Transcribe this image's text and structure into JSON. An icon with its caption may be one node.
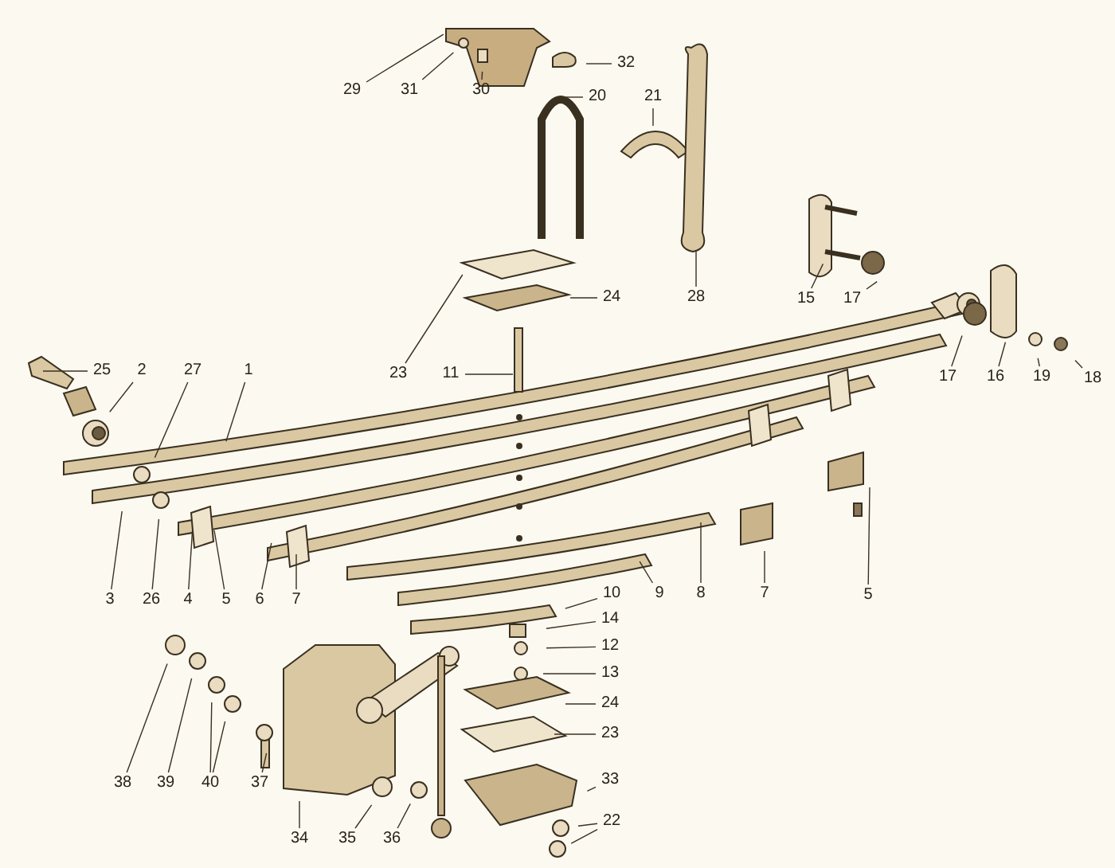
{
  "diagram": {
    "nodes": [
      {
        "text": [
          "29"
        ]
      },
      {
        "text": [
          "31"
        ]
      },
      {
        "text": [
          "30"
        ]
      },
      {
        "text": [
          "32"
        ]
      },
      {
        "text": [
          "20"
        ]
      },
      {
        "text": [
          "21"
        ]
      },
      {
        "text": [
          "28"
        ]
      },
      {
        "text": [
          "24"
        ]
      },
      {
        "text": [
          "23"
        ]
      },
      {
        "text": [
          "11"
        ]
      },
      {
        "text": [
          "25"
        ]
      },
      {
        "text": [
          "2"
        ]
      },
      {
        "text": [
          "27"
        ]
      },
      {
        "text": [
          "1"
        ]
      },
      {
        "text": [
          "15"
        ]
      },
      {
        "text": [
          "17"
        ]
      },
      {
        "text": [
          "17"
        ]
      },
      {
        "text": [
          "16"
        ]
      },
      {
        "text": [
          "19"
        ]
      },
      {
        "text": [
          "18"
        ]
      },
      {
        "text": [
          "3"
        ]
      },
      {
        "text": [
          "26"
        ]
      },
      {
        "text": [
          "4"
        ]
      },
      {
        "text": [
          "5"
        ]
      },
      {
        "text": [
          "6"
        ]
      },
      {
        "text": [
          "7"
        ]
      },
      {
        "text": [
          "10"
        ]
      },
      {
        "text": [
          "9"
        ]
      },
      {
        "text": [
          "8"
        ]
      },
      {
        "text": [
          "7"
        ]
      },
      {
        "text": [
          "5"
        ]
      },
      {
        "text": [
          "14"
        ]
      },
      {
        "text": [
          "12"
        ]
      },
      {
        "text": [
          "13"
        ]
      },
      {
        "text": [
          "24"
        ]
      },
      {
        "text": [
          "23"
        ]
      },
      {
        "text": [
          "33"
        ]
      },
      {
        "text": [
          "22"
        ]
      },
      {
        "text": [
          "38"
        ]
      },
      {
        "text": [
          "39"
        ]
      },
      {
        "text": [
          "40"
        ]
      },
      {
        "text": [
          "37"
        ]
      },
      {
        "text": [
          "34"
        ]
      },
      {
        "text": [
          "35"
        ]
      },
      {
        "text": [
          "36"
        ]
      }
    ],
    "edges": [
      {
        "from": 0,
        "to": null,
        "arrow": "none"
      },
      {
        "from": 1,
        "to": null,
        "arrow": "none"
      },
      {
        "from": 2,
        "to": null,
        "arrow": "none"
      },
      {
        "from": 3,
        "to": null,
        "arrow": "none"
      },
      {
        "from": 4,
        "to": null,
        "arrow": "none"
      },
      {
        "from": 5,
        "to": null,
        "arrow": "none"
      },
      {
        "from": 6,
        "to": null,
        "arrow": "none"
      },
      {
        "from": 7,
        "to": null,
        "arrow": "none"
      },
      {
        "from": 8,
        "to": null,
        "arrow": "none"
      },
      {
        "from": 9,
        "to": null,
        "arrow": "none"
      },
      {
        "from": 10,
        "to": null,
        "arrow": "none"
      },
      {
        "from": 11,
        "to": null,
        "arrow": "none"
      },
      {
        "from": 12,
        "to": null,
        "arrow": "none"
      },
      {
        "from": 13,
        "to": null,
        "arrow": "none"
      },
      {
        "from": 14,
        "to": null,
        "arrow": "none"
      },
      {
        "from": 15,
        "to": null,
        "arrow": "none"
      },
      {
        "from": 16,
        "to": null,
        "arrow": "none"
      },
      {
        "from": 17,
        "to": null,
        "arrow": "none"
      },
      {
        "from": 18,
        "to": null,
        "arrow": "none"
      },
      {
        "from": 19,
        "to": null,
        "arrow": "none"
      },
      {
        "from": 20,
        "to": null,
        "arrow": "none"
      },
      {
        "from": 21,
        "to": null,
        "arrow": "none"
      },
      {
        "from": 22,
        "to": null,
        "arrow": "none"
      },
      {
        "from": 23,
        "to": null,
        "arrow": "none"
      },
      {
        "from": 24,
        "to": null,
        "arrow": "none"
      },
      {
        "from": 25,
        "to": null,
        "arrow": "none"
      },
      {
        "from": 26,
        "to": null,
        "arrow": "none"
      },
      {
        "from": 27,
        "to": null,
        "arrow": "none"
      },
      {
        "from": 28,
        "to": null,
        "arrow": "none"
      },
      {
        "from": 29,
        "to": null,
        "arrow": "none"
      },
      {
        "from": 30,
        "to": null,
        "arrow": "none"
      },
      {
        "from": 31,
        "to": null,
        "arrow": "none"
      },
      {
        "from": 32,
        "to": null,
        "arrow": "none"
      },
      {
        "from": 33,
        "to": null,
        "arrow": "none"
      },
      {
        "from": 34,
        "to": null,
        "arrow": "none"
      },
      {
        "from": 35,
        "to": null,
        "arrow": "none"
      },
      {
        "from": 36,
        "to": null,
        "arrow": "none"
      },
      {
        "from": 37,
        "to": null,
        "arrow": "none"
      },
      {
        "from": 37,
        "to": null,
        "arrow": "none"
      },
      {
        "from": 38,
        "to": null,
        "arrow": "none"
      },
      {
        "from": 39,
        "to": null,
        "arrow": "none"
      },
      {
        "from": 40,
        "to": null,
        "arrow": "none"
      },
      {
        "from": 40,
        "to": null,
        "arrow": "none"
      },
      {
        "from": 41,
        "to": null,
        "arrow": "none"
      },
      {
        "from": 42,
        "to": null,
        "arrow": "none"
      },
      {
        "from": 43,
        "to": null,
        "arrow": "none"
      },
      {
        "from": 44,
        "to": null,
        "arrow": "none"
      }
    ]
  }
}
